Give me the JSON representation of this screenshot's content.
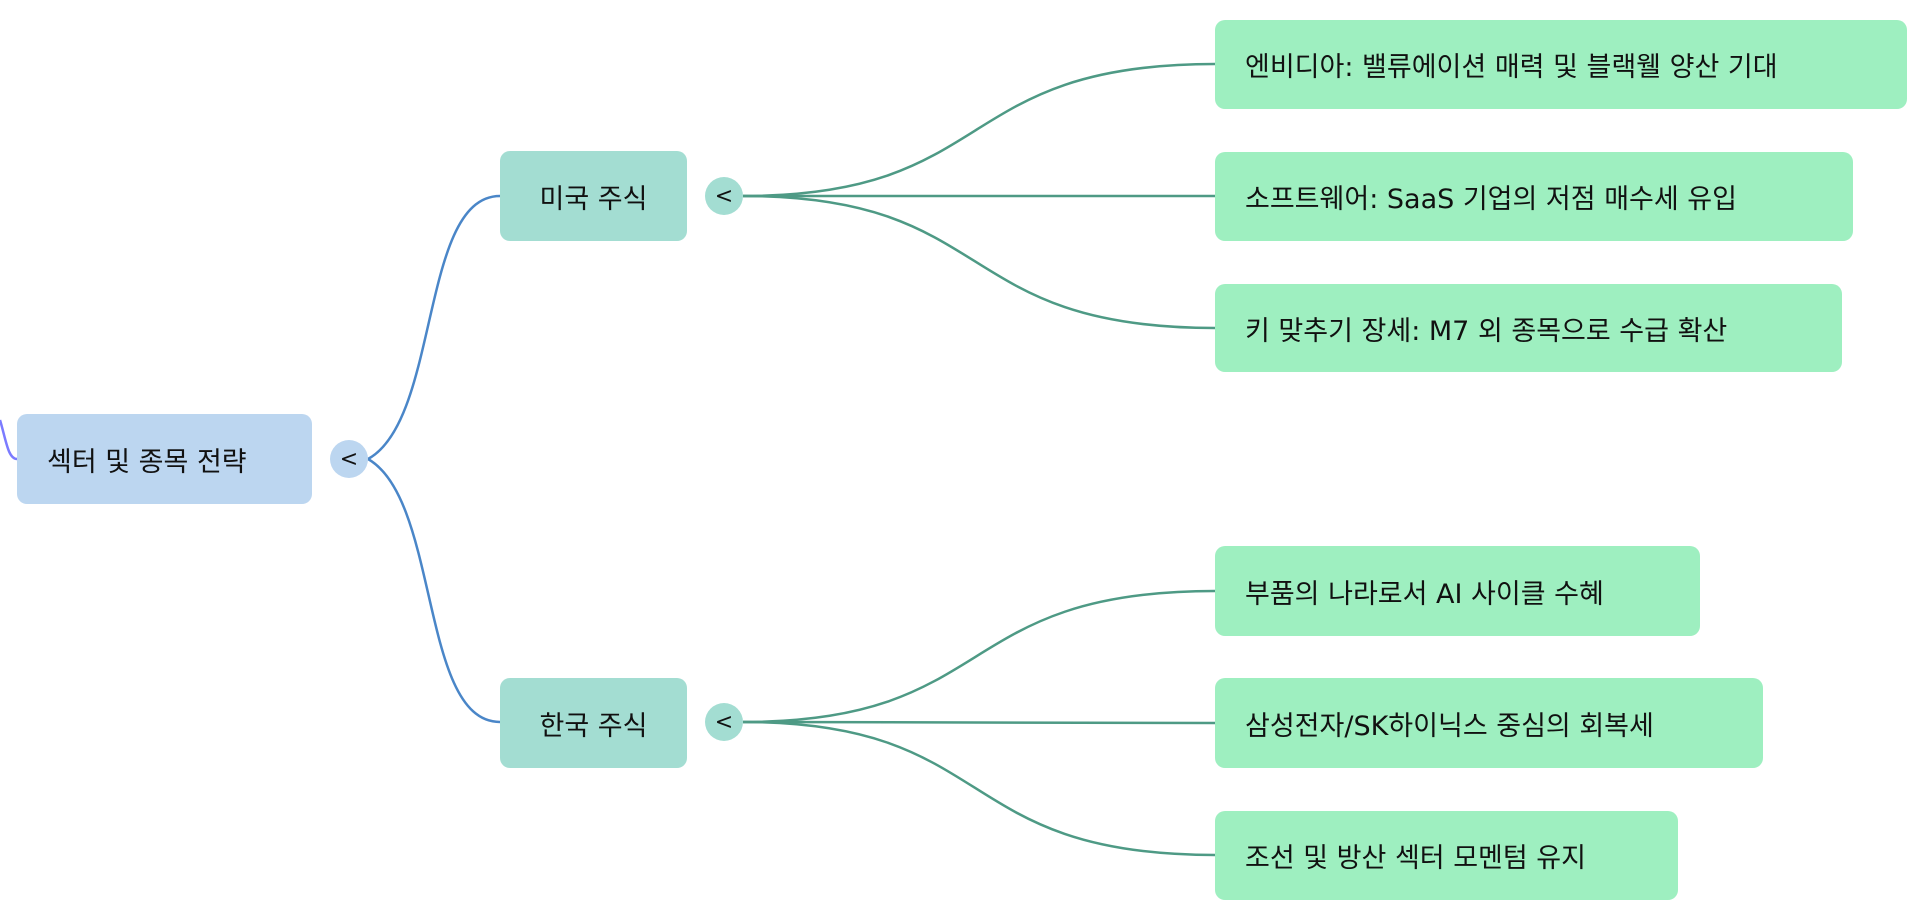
{
  "colors": {
    "root_fill": "#bcd6f0",
    "root_edge": "#4a86c8",
    "mid_fill": "#a3ddd2",
    "leaf_fill": "#9eefc0",
    "leaf_edge": "#4e9a85",
    "parent_edge": "#7b7bff"
  },
  "toggle_symbol": "<",
  "root": {
    "label": "섹터 및 종목 전략"
  },
  "branches": [
    {
      "label": "미국 주식",
      "children": [
        "엔비디아: 밸류에이션 매력 및 블랙웰 양산 기대",
        "소프트웨어: SaaS 기업의 저점 매수세 유입",
        "키 맞추기 장세: M7 외 종목으로 수급 확산"
      ]
    },
    {
      "label": "한국 주식",
      "children": [
        "부품의 나라로서 AI 사이클 수혜",
        "삼성전자/SK하이닉스 중심의 회복세",
        "조선 및 방산 섹터 모멘텀 유지"
      ]
    }
  ]
}
